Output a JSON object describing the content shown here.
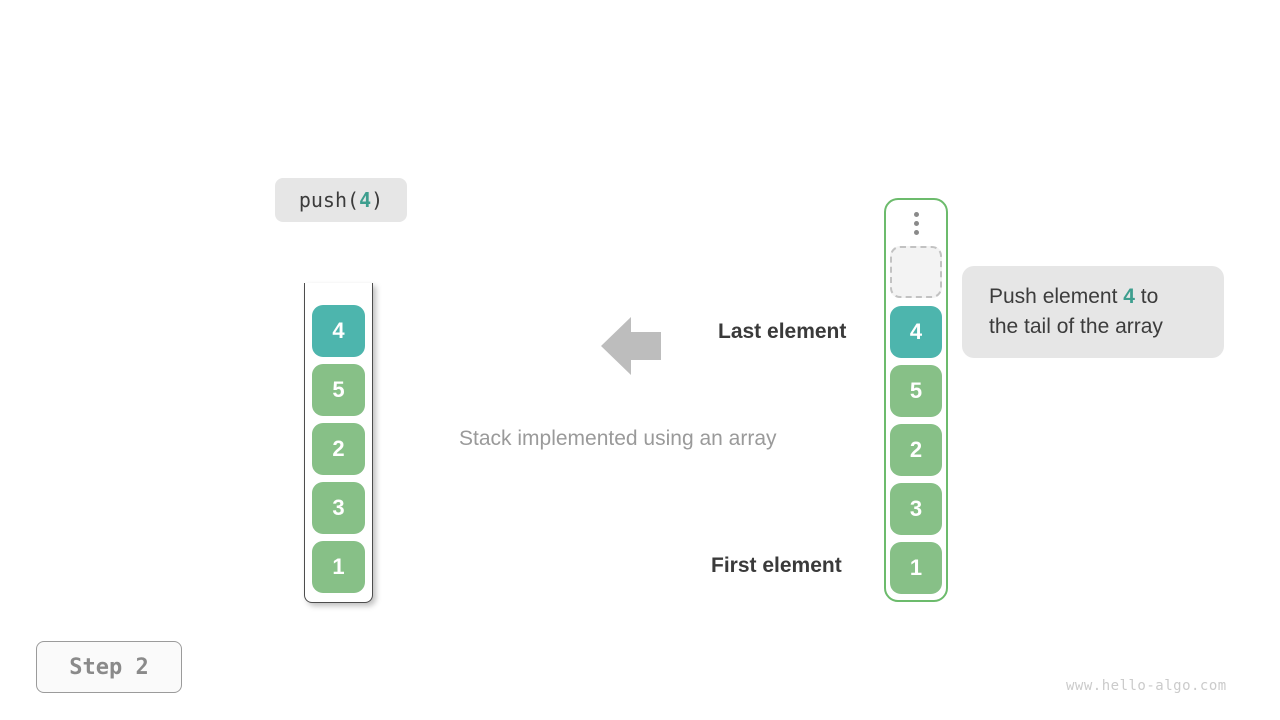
{
  "colors": {
    "accent_teal_block": "#4db5ad",
    "accent_teal_text": "#3d9e8e",
    "block_green": "#87c087",
    "container_green_border": "#6cbb6c",
    "label_gray_bg": "#e6e6e6",
    "arrow_gray": "#bdbdbd",
    "text_dark": "#3a3a3a",
    "text_gray": "#9a9a9a",
    "watermark_gray": "#cbcbcb"
  },
  "operation": {
    "prefix": "push(",
    "argument": "4",
    "suffix": ")"
  },
  "stacks": {
    "left": {
      "blocks": [
        {
          "value": "4",
          "highlight": true
        },
        {
          "value": "5",
          "highlight": false
        },
        {
          "value": "2",
          "highlight": false
        },
        {
          "value": "3",
          "highlight": false
        },
        {
          "value": "1",
          "highlight": false
        }
      ]
    },
    "right": {
      "has_ellipsis": true,
      "has_empty_slot": true,
      "blocks": [
        {
          "value": "4",
          "highlight": true
        },
        {
          "value": "5",
          "highlight": false
        },
        {
          "value": "2",
          "highlight": false
        },
        {
          "value": "3",
          "highlight": false
        },
        {
          "value": "1",
          "highlight": false
        }
      ]
    }
  },
  "labels": {
    "last_element": "Last element",
    "first_element": "First element",
    "caption": "Stack implemented using an array"
  },
  "annotation": {
    "line1_pre": "Push element ",
    "value": "4",
    "line1_post": " to",
    "line2": "the tail of the array"
  },
  "step_badge": {
    "label": "Step 2"
  },
  "watermark": "www.hello-algo.com"
}
